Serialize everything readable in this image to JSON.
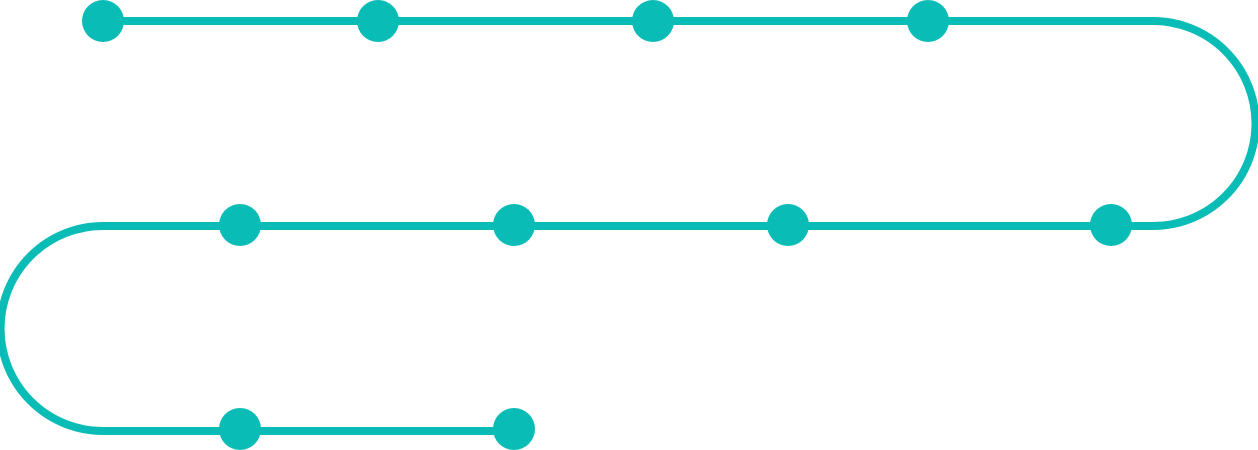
{
  "diagram": {
    "type": "serpentine-timeline",
    "accent_color": "#0ABCB6",
    "background_color": "#FFFFFF",
    "rows": [
      {
        "direction": "left-to-right",
        "milestone_count": 4
      },
      {
        "direction": "right-to-left",
        "milestone_count": 4
      },
      {
        "direction": "left-to-right",
        "milestone_count": 2
      }
    ],
    "total_milestones": 10
  }
}
